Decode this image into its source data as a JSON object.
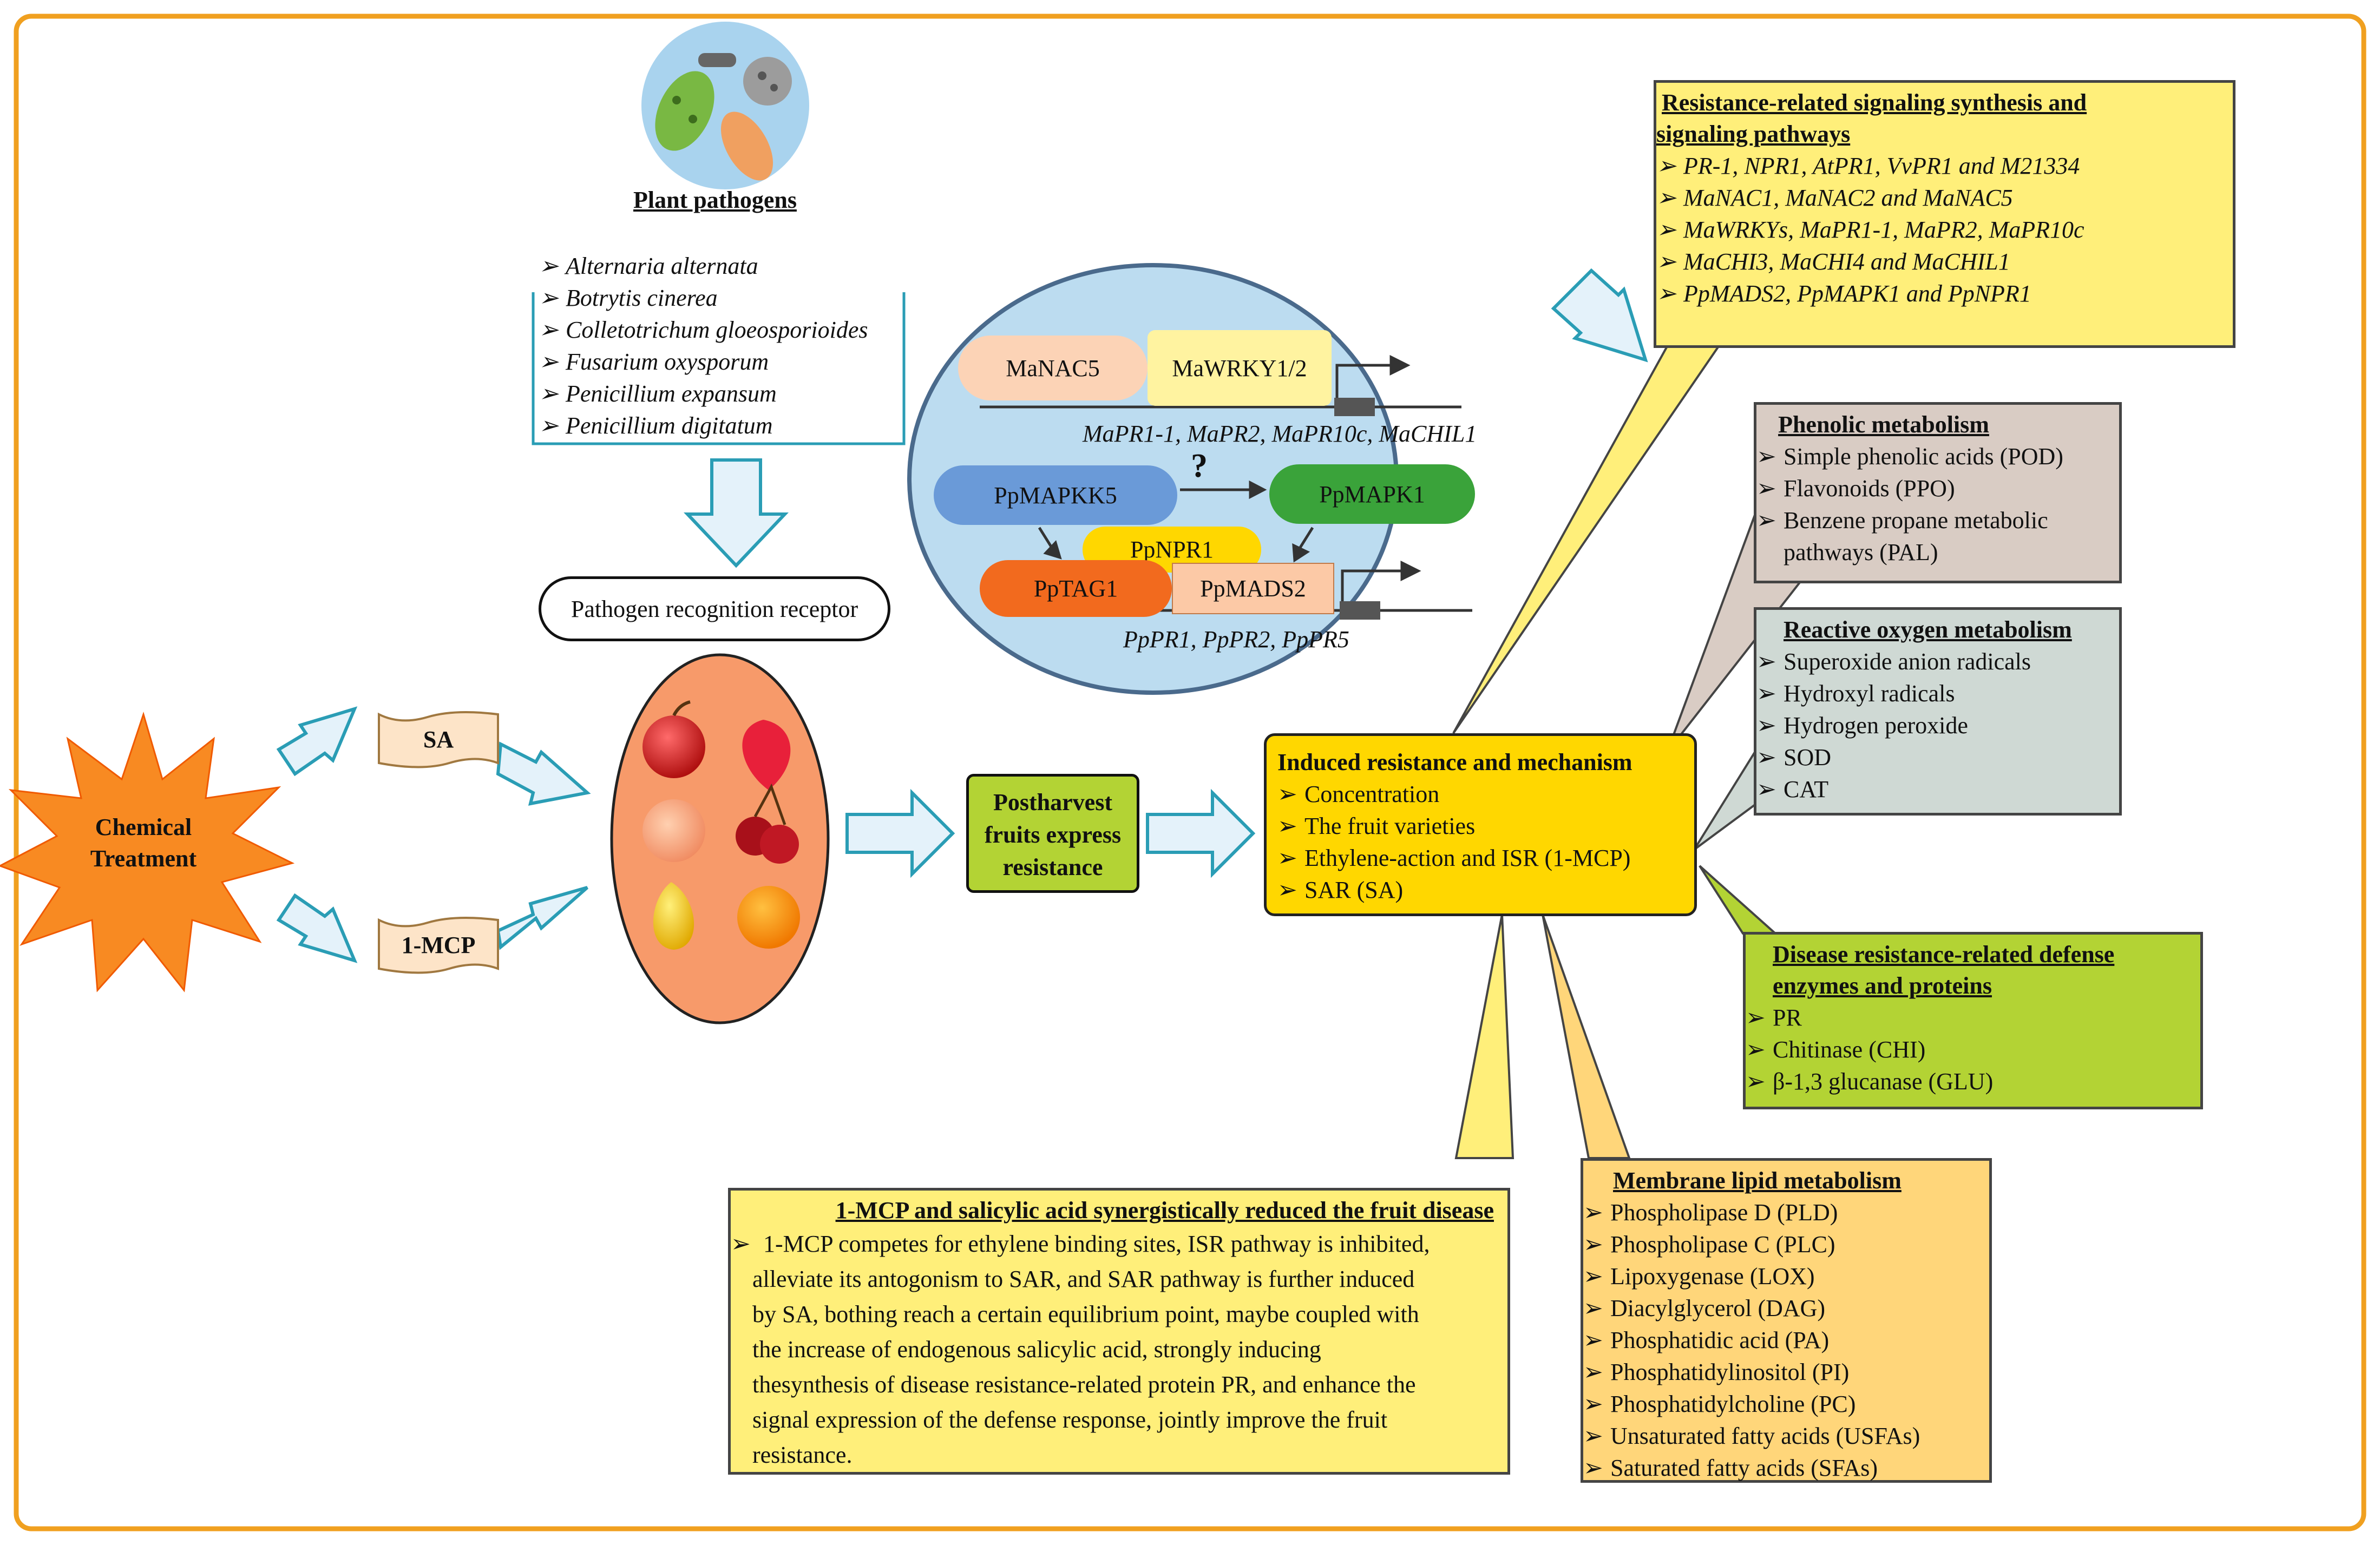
{
  "pathogens": {
    "title": "Plant pathogens",
    "items": [
      "Alternaria alternata",
      "Botrytis cinerea",
      "Colletotrichum gloeosporioides",
      "Fusarium oxysporum",
      "Penicillium expansum",
      "Penicillium digitatum"
    ]
  },
  "receptor": "Pathogen recognition receptor",
  "chemical": "Chemical Treatment",
  "sa": "SA",
  "mcp": "1-MCP",
  "postharvest": "Postharvest fruits express resistance",
  "pathway": {
    "manac5": "MaNAC5",
    "mawrky": "MaWRKY1/2",
    "genes1": "MaPR1-1, MaPR2, MaPR10c, MaCHIL1",
    "ppmapkk5": "PpMAPKK5",
    "question": "?",
    "ppmapk1": "PpMAPK1",
    "ppnpr1": "PpNPR1",
    "pptag1": "PpTAG1",
    "ppmads2": "PpMADS2",
    "genes2": "PpPR1, PpPR2, PpPR5"
  },
  "signaling": {
    "title_line1": "Resistance-related signaling synthesis and",
    "title_line2": "signaling pathways",
    "items": [
      "PR-1, NPR1, AtPR1, VvPR1 and M21334",
      "MaNAC1, MaNAC2 and MaNAC5",
      "MaWRKYs, MaPR1-1, MaPR2, MaPR10c",
      "MaCHI3, MaCHI4 and MaCHIL1",
      "PpMADS2, PpMAPK1 and PpNPR1"
    ]
  },
  "phenolic": {
    "title": "Phenolic metabolism",
    "items": [
      "Simple phenolic  acids (POD)",
      "Flavonoids (PPO)",
      "Benzene propane metabolic"
    ],
    "continuation": "pathways (PAL)"
  },
  "ros": {
    "title": "Reactive oxygen metabolism",
    "items": [
      "Superoxide anion radicals",
      "Hydroxyl radicals",
      "Hydrogen peroxide",
      "SOD",
      "CAT"
    ]
  },
  "induced": {
    "title": "Induced resistance and  mechanism",
    "items": [
      "Concentration",
      "The fruit varieties",
      "Ethylene-action and ISR (1-MCP)",
      "SAR (SA)"
    ]
  },
  "defense": {
    "title_line1": "Disease resistance-related defense",
    "title_line2": "enzymes and proteins",
    "items": [
      "PR",
      "Chitinase (CHI)",
      "β-1,3 glucanase (GLU)"
    ]
  },
  "membrane": {
    "title": "Membrane lipid metabolism",
    "items": [
      "Phospholipase D (PLD)",
      "Phospholipase C (PLC)",
      "Lipoxygenase (LOX)",
      "Diacylglycerol (DAG)",
      "Phosphatidic acid (PA)",
      "Phosphatidylinositol (PI)",
      "Phosphatidylcholine (PC)",
      "Unsaturated fatty acids (USFAs)",
      "Saturated fatty acids (SFAs)"
    ]
  },
  "synergy": {
    "title": "1-MCP and salicylic acid synergistically reduced the fruit disease",
    "lines": [
      "1-MCP competes for ethylene binding sites, ISR pathway is inhibited,",
      "alleviate its antogonism to SAR, and SAR pathway is further induced",
      "by SA, bothing reach a certain equilibrium point, maybe coupled with",
      "the increase of endogenous salicylic acid, strongly inducing",
      "thesynthesis of disease resistance-related protein PR, and enhance the",
      "signal expression of the defense response, jointly improve the fruit",
      "resistance."
    ]
  },
  "colors": {
    "frame": "#f0a020",
    "yellow": "#ffef7a",
    "gold": "#ffd700",
    "taupe": "#d9ccc4",
    "grey_green": "#cfd9d4",
    "lime": "#b3d334",
    "orange_box": "#ffd67a",
    "oval_blue": "#bcdcf0",
    "arrow_fill": "#e4f2fa",
    "arrow_stroke": "#2a9db5",
    "fruit_oval": "#f79a6a"
  }
}
